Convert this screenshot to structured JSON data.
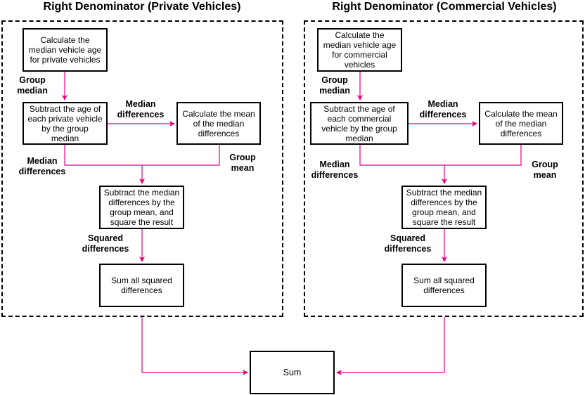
{
  "titles": {
    "left": "Right Denominator (Private Vehicles)",
    "right": "Right Denominator (Commercial Vehicles)"
  },
  "left": {
    "box1": "Calculate the median vehicle age for private vehicles",
    "box2": "Subtract the age of each private vehicle by the group median",
    "box3": "Calculate the mean of the median differences",
    "box4": "Subtract the median differences by the group mean, and square the result",
    "box5": "Sum all squared differences",
    "label_group_median": "Group\nmedian",
    "label_median_diff_top": "Median\ndifferences",
    "label_median_diff_left": "Median\ndifferences",
    "label_group_mean": "Group\nmean",
    "label_squared_diff": "Squared\ndifferences"
  },
  "right": {
    "box1": "Calculate the median vehicle age for commercial vehicles",
    "box2": "Subtract the age of each commercial vehicle by the group median",
    "box3": "Calculate the mean of the median differences",
    "box4": "Subtract the median differences by the group mean, and square the result",
    "box5": "Sum all squared differences",
    "label_group_median": "Group\nmedian",
    "label_median_diff_top": "Median\ndifferences",
    "label_median_diff_left": "Median\ndifferences",
    "label_group_mean": "Group\nmean",
    "label_squared_diff": "Squared\ndifferences"
  },
  "sum_box": "Sum",
  "colors": {
    "arrow": "#e6007e",
    "border": "#000000"
  }
}
